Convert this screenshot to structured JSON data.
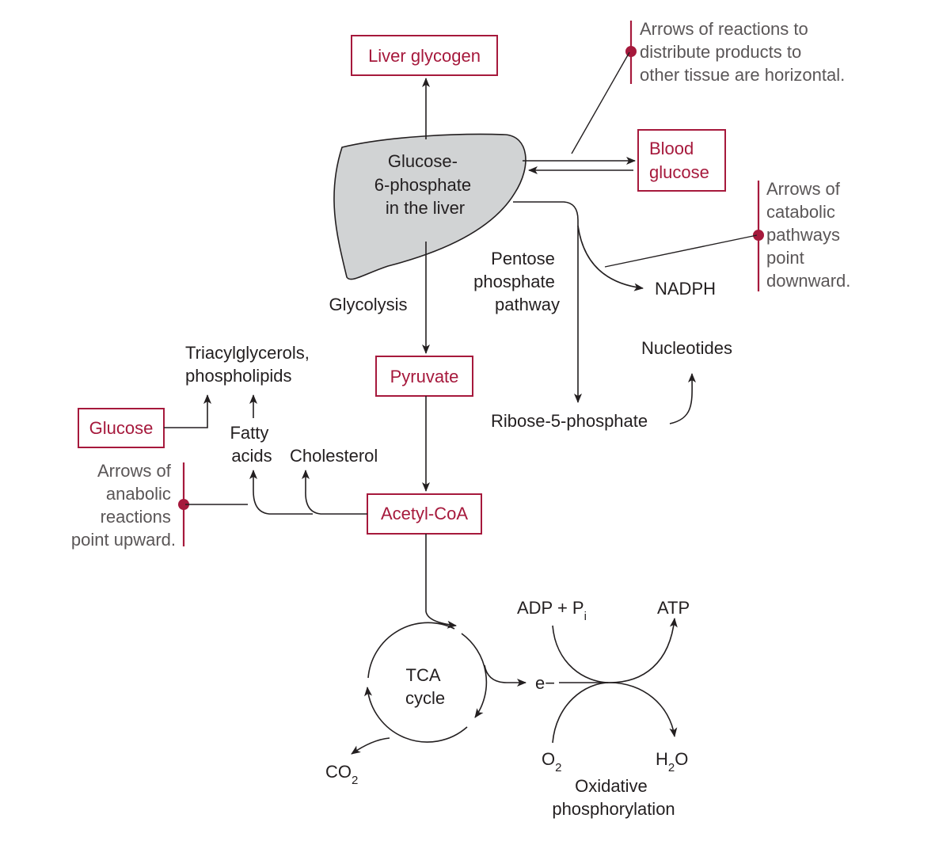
{
  "colors": {
    "accent": "#a6193c",
    "liver_fill": "#d1d3d4",
    "line": "#231f20",
    "note_text": "#5a5657"
  },
  "liver": [
    "Glucose-",
    "6-phosphate",
    "in the liver"
  ],
  "boxes": {
    "liver_glycogen": "Liver glycogen",
    "blood_glucose": [
      "Blood",
      "glucose"
    ],
    "pyruvate": "Pyruvate",
    "acetyl_coa": "Acetyl-CoA",
    "glucose": "Glucose"
  },
  "labels": {
    "glycolysis": "Glycolysis",
    "pentose": [
      "Pentose",
      "phosphate",
      "pathway"
    ],
    "nadph": "NADPH",
    "ribose": "Ribose-5-phosphate",
    "nucleotides": "Nucleotides",
    "triacylglycerols": [
      "Triacylglycerols,",
      "phospholipids"
    ],
    "fatty_acids": [
      "Fatty",
      "acids"
    ],
    "cholesterol": "Cholesterol",
    "tca": [
      "TCA",
      "cycle"
    ],
    "co2": {
      "base": "CO",
      "sub": "2"
    },
    "electron": "e−",
    "adp": {
      "base": "ADP + P",
      "sub": "i"
    },
    "atp": "ATP",
    "o2": {
      "base": "O",
      "sub": "2"
    },
    "h2o": {
      "base": "H",
      "sub": "2",
      "tail": "O"
    },
    "oxphos": [
      "Oxidative",
      "phosphorylation"
    ]
  },
  "notes": {
    "horizontal": [
      "Arrows of reactions to",
      "distribute products to",
      "other tissue are horizontal."
    ],
    "catabolic": [
      "Arrows of",
      "catabolic",
      "pathways",
      "point",
      "downward."
    ],
    "anabolic": [
      "Arrows of",
      "anabolic",
      "reactions",
      "point upward."
    ]
  }
}
